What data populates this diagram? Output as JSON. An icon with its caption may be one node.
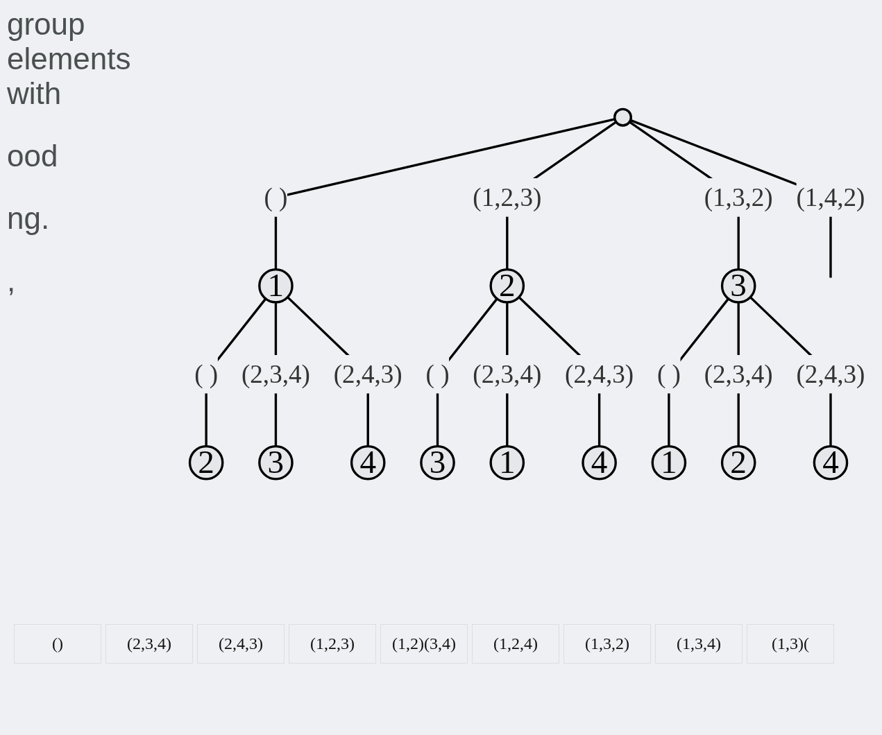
{
  "diagram": {
    "nodes": [
      {
        "text": [],
        "shape": "circle"
      },
      {
        "text": [
          "1"
        ]
      },
      {
        "text": [
          "2"
        ]
      },
      {
        "text": [
          "3"
        ]
      },
      {
        "text": [
          "2"
        ]
      },
      {
        "text": [
          "3"
        ]
      },
      {
        "text": [
          "4"
        ]
      },
      {
        "text": [
          "3"
        ]
      },
      {
        "text": [
          "1"
        ]
      },
      {
        "text": [
          "4"
        ]
      },
      {
        "text": [
          "1"
        ]
      },
      {
        "text": [
          "2"
        ]
      },
      {
        "text": [
          "4"
        ]
      }
    ],
    "edges": [
      {
        "from": 0,
        "to": 1,
        "arrow": "none",
        "label": "( )"
      },
      {
        "from": 0,
        "to": 2,
        "arrow": "none",
        "label": "(1,2,3)"
      },
      {
        "from": 0,
        "to": 3,
        "arrow": "none",
        "label": "(1,3,2)"
      },
      {
        "from": 0,
        "to": null,
        "arrow": "none",
        "label": "(1,4,2)"
      },
      {
        "from": 1,
        "to": 4,
        "arrow": "none",
        "label": "( )"
      },
      {
        "from": 1,
        "to": 5,
        "arrow": "none",
        "label": "(2,3,4)"
      },
      {
        "from": 1,
        "to": 6,
        "arrow": "none",
        "label": "(2,4,3)"
      },
      {
        "from": 2,
        "to": 7,
        "arrow": "none",
        "label": "( )"
      },
      {
        "from": 2,
        "to": 8,
        "arrow": "none",
        "label": "(2,3,4)"
      },
      {
        "from": 2,
        "to": 9,
        "arrow": "none",
        "label": "(2,4,3)"
      },
      {
        "from": 3,
        "to": 10,
        "arrow": "none",
        "label": "( )"
      },
      {
        "from": 3,
        "to": 11,
        "arrow": "none",
        "label": "(2,3,4)"
      },
      {
        "from": 3,
        "to": 12,
        "arrow": "none",
        "label": "(2,4,3)"
      }
    ],
    "labels": [
      "group elements with",
      "ood",
      "ng.",
      ",",
      "()",
      "(2,3,4)",
      "(2,4,3)",
      "(1,2,3)",
      "(1,2)(3,4)",
      "(1,2,4)",
      "(1,3,2)",
      "(1,3,4)",
      "(1,3)("
    ]
  }
}
